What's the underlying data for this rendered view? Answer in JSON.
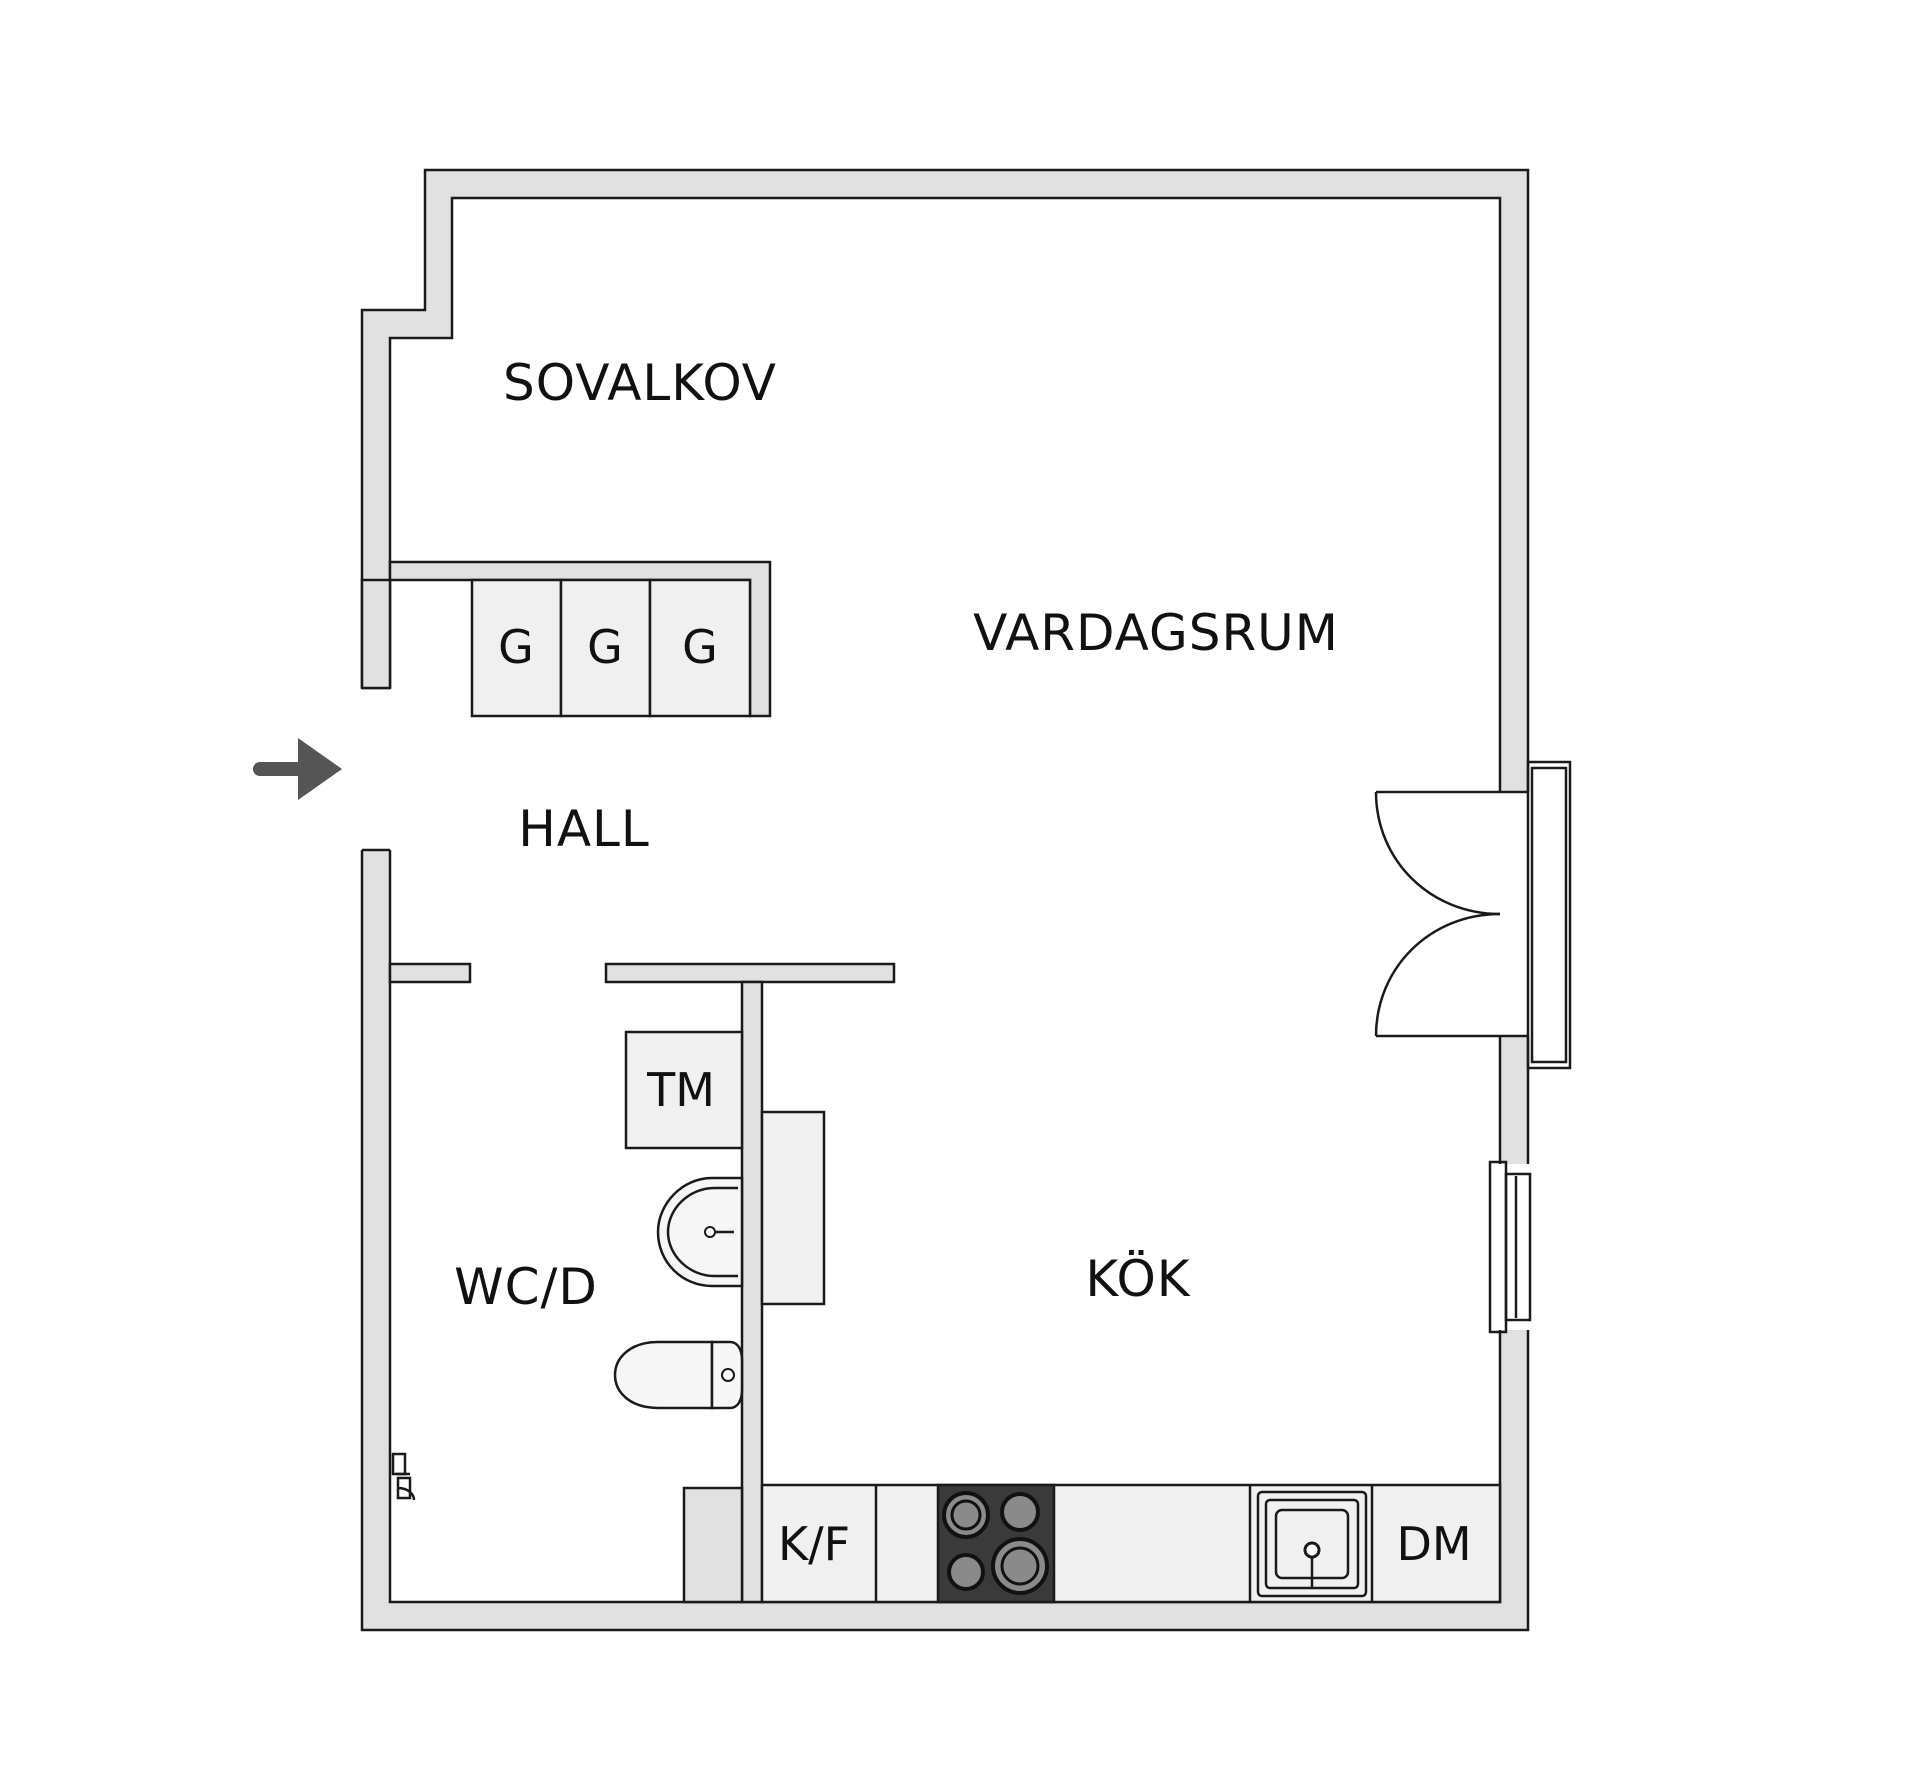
{
  "rooms": {
    "sovalkov": "SOVALKOV",
    "vardagsrum": "VARDAGSRUM",
    "hall": "HALL",
    "wcd": "WC/D",
    "kok": "KÖK"
  },
  "fixtures": {
    "wardrobe_1": "G",
    "wardrobe_2": "G",
    "wardrobe_3": "G",
    "dryer": "TM",
    "fridge_freezer": "K/F",
    "dishwasher": "DM"
  },
  "icons": {
    "entrance": "entrance-arrow-icon",
    "stove": "stove-icon",
    "sink": "sink-icon",
    "toilet": "toilet-icon",
    "washbasin": "washbasin-icon",
    "balcony_door": "double-door-icon",
    "shower_tap": "shower-tap-icon"
  },
  "colors": {
    "wall_fill": "#e1e1e1",
    "stove_fill": "#3a3a3a",
    "arrow": "#555555"
  }
}
